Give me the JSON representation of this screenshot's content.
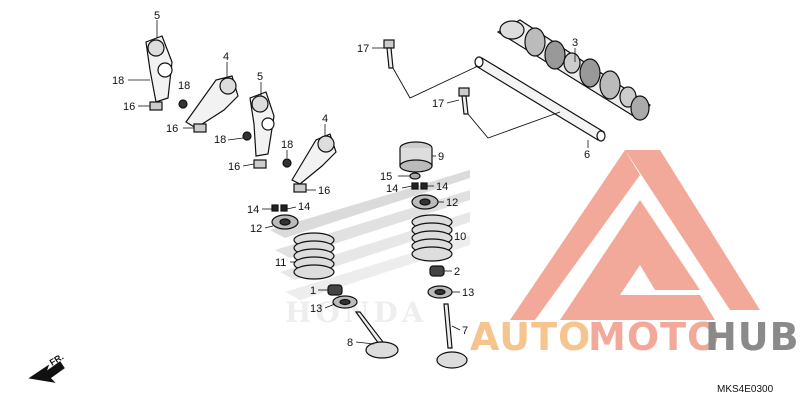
{
  "diagram": {
    "callouts": [
      {
        "id": "c5a",
        "text": "5"
      },
      {
        "id": "c18a",
        "text": "18"
      },
      {
        "id": "c16a",
        "text": "16"
      },
      {
        "id": "c18b",
        "text": "18"
      },
      {
        "id": "c4a",
        "text": "4"
      },
      {
        "id": "c16b",
        "text": "16"
      },
      {
        "id": "c18c",
        "text": "18"
      },
      {
        "id": "c5b",
        "text": "5"
      },
      {
        "id": "c16c",
        "text": "16"
      },
      {
        "id": "c18d",
        "text": "18"
      },
      {
        "id": "c4b",
        "text": "4"
      },
      {
        "id": "c16d",
        "text": "16"
      },
      {
        "id": "c14a",
        "text": "14"
      },
      {
        "id": "c14b",
        "text": "14"
      },
      {
        "id": "c12a",
        "text": "12"
      },
      {
        "id": "c11",
        "text": "11"
      },
      {
        "id": "c1",
        "text": "1"
      },
      {
        "id": "c13a",
        "text": "13"
      },
      {
        "id": "c8",
        "text": "8"
      },
      {
        "id": "c17a",
        "text": "17"
      },
      {
        "id": "c17b",
        "text": "17"
      },
      {
        "id": "c3",
        "text": "3"
      },
      {
        "id": "c6",
        "text": "6"
      },
      {
        "id": "c9",
        "text": "9"
      },
      {
        "id": "c15",
        "text": "15"
      },
      {
        "id": "c14c",
        "text": "14"
      },
      {
        "id": "c14d",
        "text": "14"
      },
      {
        "id": "c12b",
        "text": "12"
      },
      {
        "id": "c10",
        "text": "10"
      },
      {
        "id": "c2",
        "text": "2"
      },
      {
        "id": "c13b",
        "text": "13"
      },
      {
        "id": "c7",
        "text": "7"
      }
    ],
    "direction_label": "FR.",
    "diagram_code": "MKS4E0300"
  },
  "watermark": {
    "brand_word_1": "AUTO",
    "brand_word_2": "MOTO",
    "brand_word_3": "HUB",
    "accent_color": "#f2a99a",
    "accent_color_2": "#f6c58f",
    "gray_color": "#8a8a8a",
    "background_logo": "HONDA"
  }
}
